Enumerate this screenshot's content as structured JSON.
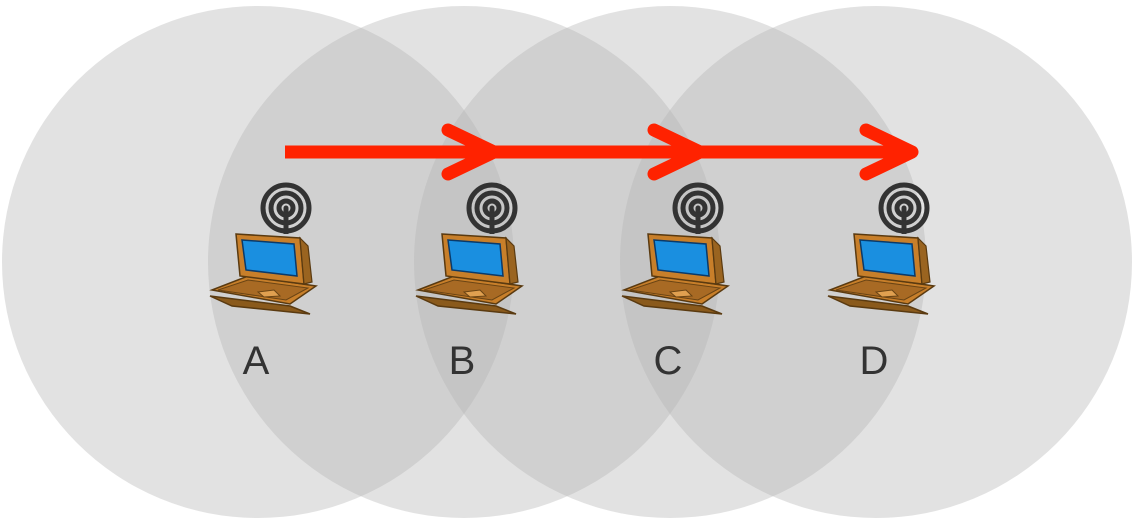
{
  "diagram": {
    "nodes": [
      {
        "label": "A",
        "icon": "laptop-with-antenna-icon"
      },
      {
        "label": "B",
        "icon": "laptop-with-antenna-icon"
      },
      {
        "label": "C",
        "icon": "laptop-with-antenna-icon"
      },
      {
        "label": "D",
        "icon": "laptop-with-antenna-icon"
      }
    ],
    "hops": [
      {
        "from": "A",
        "to": "B"
      },
      {
        "from": "B",
        "to": "C"
      },
      {
        "from": "C",
        "to": "D"
      }
    ],
    "colors": {
      "range_circle": "#b4b4b4",
      "arrow": "#ff2200",
      "laptop_body": "#c87f2a",
      "laptop_screen": "#1a8fe0",
      "antenna": "#333333",
      "label": "#333333"
    }
  }
}
